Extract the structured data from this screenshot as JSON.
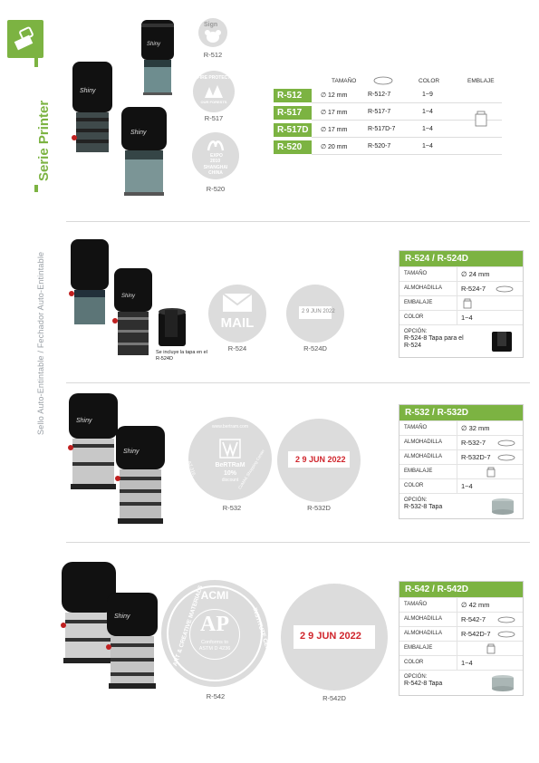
{
  "colors": {
    "accent": "#7cb342",
    "date_red": "#d0252c",
    "impression_grey": "#dcdcdc"
  },
  "sidebar": {
    "logo_icon": "stamp-icon",
    "title": "Serie Printer",
    "subtitle": "Sello Auto-Entintable / Fechador Auto-Entintable"
  },
  "section1": {
    "headers": {
      "tamano": "TAMAÑO",
      "color": "COLOR",
      "embalaje": "EMBLAJE"
    },
    "rows": [
      {
        "name": "R-512",
        "size": "∅ 12 mm",
        "pad": "R-512-7",
        "color": "1~9"
      },
      {
        "name": "R-517",
        "size": "∅ 17 mm",
        "pad": "R-517-7",
        "color": "1~4"
      },
      {
        "name": "R-517D",
        "size": "∅ 17 mm",
        "pad": "R-517D-7",
        "color": "1~4"
      },
      {
        "name": "R-520",
        "size": "∅ 20 mm",
        "pad": "R-520-7",
        "color": "1~4"
      }
    ],
    "captions": {
      "r512": "R-512",
      "r517": "R-517",
      "r520": "R-520"
    },
    "imprints": {
      "r512_text": "Sign",
      "r517_top": "FIRE PROTECT",
      "r517_bottom": "OUR FORESTS",
      "r520_top": "EXPO",
      "r520_year": "2010",
      "r520_city": "SHANGHAI",
      "r520_country": "CHINA"
    }
  },
  "section2": {
    "box": {
      "title": "R-524  /  R-524D",
      "tamano_label": "TAMAÑO",
      "tamano_value": "∅ 24 mm",
      "almohadilla_label": "ALMOHADILLA",
      "almohadilla_value": "R-524-7",
      "embalaje_label": "EMBALAJE",
      "color_label": "COLOR",
      "color_value": "1~4",
      "opcion_label": "OPCIÓN:",
      "opcion_value": "R-524-8 Tapa para el R-524"
    },
    "note": "Se incluye la tapa en el R-524D",
    "mail_text": "MAIL",
    "date_text": "2 9 JUN 2022",
    "captions": {
      "r524": "R-524",
      "r524d": "R-524D"
    }
  },
  "section3": {
    "box": {
      "title": "R-532  /  R-532D",
      "tamano_label": "TAMAÑO",
      "tamano_value": "∅ 32 mm",
      "almohadilla_label": "ALMOHADILLA",
      "almohadilla_value": "R-532-7",
      "almohadilla2_label": "ALMOHADILLA",
      "almohadilla2_value": "R-532D-7",
      "embalaje_label": "EMBALAJE",
      "color_label": "COLOR",
      "color_value": "1~4",
      "opcion_label": "OPCIÓN:",
      "opcion_value": "R-532-8 Tapa"
    },
    "seal": {
      "url": "www.bertram.com",
      "brand": "BeRTRaM",
      "discount": "10%",
      "discount_word": "discount",
      "left_arc": "AZ-316,",
      "right_arc": "CoMAK Shopping Center"
    },
    "date_text": "2 9 JUN 2022",
    "captions": {
      "r532": "R-532",
      "r532d": "R-532D"
    }
  },
  "section4": {
    "box": {
      "title": "R-542  /  R-542D",
      "tamano_label": "TAMAÑO",
      "tamano_value": "∅ 42 mm",
      "almohadilla_label": "ALMOHADILLA",
      "almohadilla_value": "R-542-7",
      "almohadilla2_label": "ALMOHADILLA",
      "almohadilla2_value": "R-542D-7",
      "embalaje_label": "EMBALAJE",
      "color_label": "COLOR",
      "color_value": "1~4",
      "opcion_label": "OPCIÓN:",
      "opcion_value": "R-542-8 Tapa"
    },
    "seal": {
      "top_arc": "ACMI",
      "left_arc": "ART & CREATIVE MATERIALS",
      "right_arc": "INSTITUTE CERTIFIED",
      "big": "AP",
      "line1": "Conforms to",
      "line2": "ASTM D 4236"
    },
    "date_text": "2 9 JUN 2022",
    "captions": {
      "r542": "R-542",
      "r542d": "R-542D"
    }
  }
}
